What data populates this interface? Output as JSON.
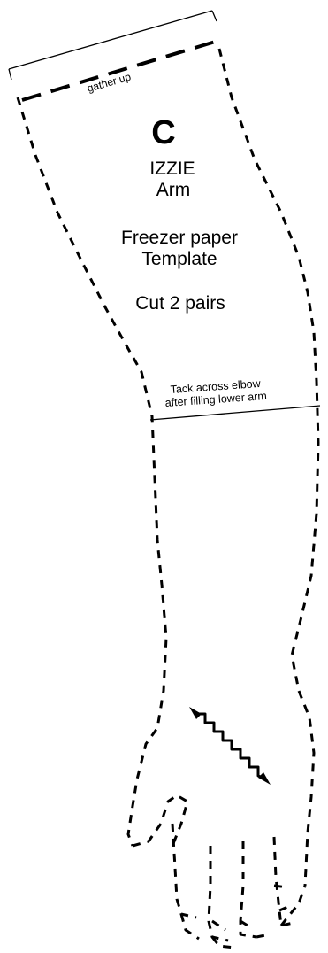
{
  "template": {
    "letter": "C",
    "letter_color": "#1c1f7a",
    "name": "IZZIE",
    "piece": "Arm",
    "material_line1": "Freezer paper",
    "material_line2": "Template",
    "instruction": "Cut 2 pairs",
    "gather_note": "gather up",
    "tack_line1": "Tack across elbow",
    "tack_line2": "after filling lower arm"
  }
}
